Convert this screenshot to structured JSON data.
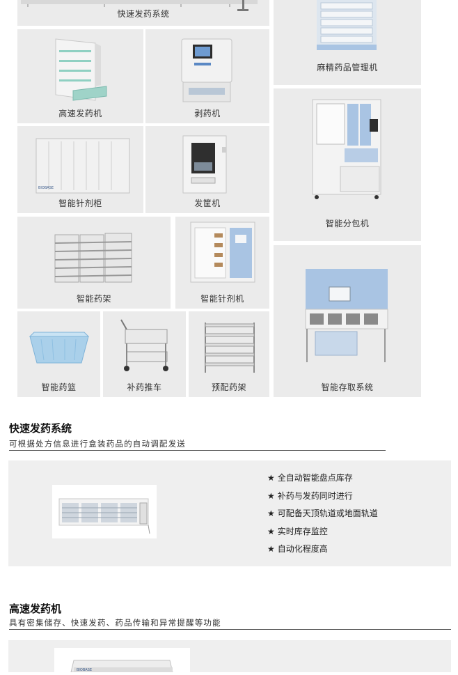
{
  "tiles": {
    "fast_dispense_system": "快速发药系统",
    "narcotic_manager": "麻精药品管理机",
    "high_speed_dispenser": "高速发药机",
    "stripper": "剥药机",
    "injection_cabinet": "智能针剂柜",
    "basket_machine": "发筐机",
    "smart_packer": "智能分包机",
    "smart_rack": "智能药架",
    "injection_machine": "智能针剂机",
    "smart_basket": "智能药篮",
    "restock_cart": "补药推车",
    "prep_rack": "预配药架",
    "storage_system": "智能存取系统"
  },
  "section1": {
    "title": "快速发药系统",
    "subtitle": "可根据处方信息进行盒装药品的自动调配发送",
    "features": [
      "全自动智能盘点库存",
      "补药与发药同时进行",
      "可配备天顶轨道或地面轨道",
      "实时库存监控",
      "自动化程度高"
    ]
  },
  "section2": {
    "title": "高速发药机",
    "subtitle": "具有密集储存、快速发药、药品传输和异常提醒等功能"
  },
  "brand": "BIOBASE",
  "feature_marker": "★",
  "colors": {
    "tile_bg": "#ebebeb",
    "panel_bg": "#efefef",
    "accent_blue": "#a9c4e3",
    "accent_green": "#9fd3c8"
  }
}
